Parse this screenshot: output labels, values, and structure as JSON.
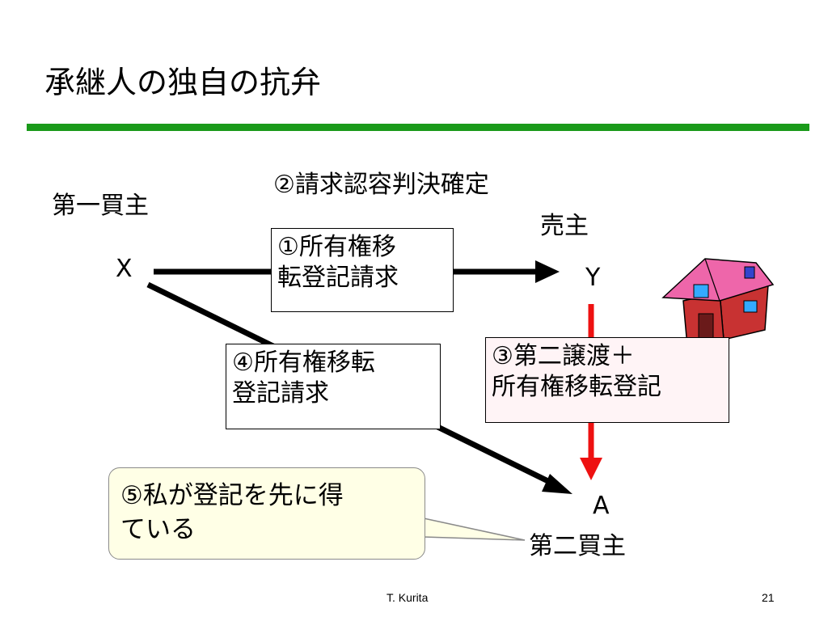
{
  "slide": {
    "title": "承継人の独自の抗弁"
  },
  "diagram": {
    "judgment_label": "②請求認容判決確定",
    "first_buyer_label": "第一買主",
    "seller_label": "売主",
    "second_buyer_label": "第二買主",
    "party_x": "X",
    "party_y": "Y",
    "party_a": "A",
    "box1": {
      "line1": "①所有権移",
      "line2": "転登記請求"
    },
    "box3": {
      "line1": "③第二譲渡＋",
      "line2": "所有権移転登記"
    },
    "box4": {
      "line1": "④所有権移転",
      "line2": "登記請求"
    },
    "callout": {
      "line1": "⑤私が登記を先に得",
      "line2": "ている"
    },
    "colors": {
      "rule": "#1a9a1a",
      "transfer_arrow": "#ee1111",
      "callout_fill": "#ffffe6",
      "house_wall": "#c83232",
      "house_roof": "#ee66aa"
    },
    "icons": [
      "house-icon"
    ]
  },
  "footer": {
    "author": "T. Kurita",
    "page_number": "21"
  }
}
